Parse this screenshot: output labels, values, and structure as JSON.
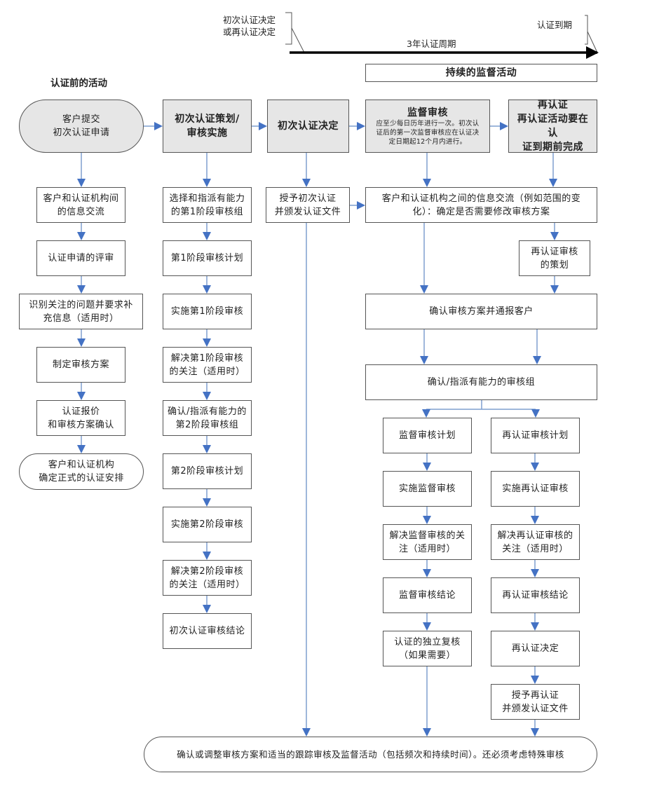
{
  "timeline": {
    "start_label_lines": [
      "初次认证决定",
      "或再认证决定"
    ],
    "end_label": "认证到期",
    "period_label": "3年认证周期",
    "surveillance_bar": "持续的监督活动"
  },
  "colors": {
    "arrow": "#4472c4",
    "connector": "#7f9fcf",
    "box_border": "#555555",
    "shaded_fill": "#e6e6e6"
  },
  "pre_certification": {
    "heading": "认证前的活动",
    "start": [
      "客户提交",
      "初次认证申请"
    ],
    "steps": [
      [
        "客户和认证机构间",
        "的信息交流"
      ],
      [
        "认证申请的评审"
      ],
      [
        "识别关注的问题并要求补",
        "充信息（适用时）"
      ],
      [
        "制定审核方案"
      ],
      [
        "认证报价",
        "和审核方案确认"
      ]
    ],
    "end": [
      "客户和认证机构",
      "确定正式的认证安排"
    ]
  },
  "initial_audit": {
    "header": [
      "初次认证策划/",
      "审核实施"
    ],
    "steps": [
      [
        "选择和指派有能力",
        "的第1阶段审核组"
      ],
      [
        "第1阶段审核计划"
      ],
      [
        "实施第1阶段审核"
      ],
      [
        "解决第1阶段审核",
        "的关注（适用时）"
      ],
      [
        "确认/指派有能力的",
        "第2阶段审核组"
      ],
      [
        "第2阶段审核计划"
      ],
      [
        "实施第2阶段审核"
      ],
      [
        "解决第2阶段审核",
        "的关注（适用时）"
      ],
      [
        "初次认证审核结论"
      ]
    ]
  },
  "initial_decision": {
    "header": "初次认证决定",
    "step": [
      "授予初次认证",
      "并颁发认证文件"
    ]
  },
  "surveillance": {
    "header": "监督审核",
    "note_lines": [
      "应至少每日历年进行一次。初次认",
      "证后的第一次监督审核应在认证决",
      "定日期起12个月内进行。"
    ],
    "steps": [
      [
        "监督审核计划"
      ],
      [
        "实施监督审核"
      ],
      [
        "解决监督审核的关",
        "注（适用时）"
      ],
      [
        "监督审核结论"
      ],
      [
        "认证的独立复核",
        "（如果需要）"
      ]
    ]
  },
  "recertification": {
    "header_lines": [
      "再认证",
      "再认证活动要在认",
      "证到期前完成"
    ],
    "planning": [
      "再认证审核",
      "的策划"
    ],
    "steps": [
      [
        "再认证审核计划"
      ],
      [
        "实施再认证审核"
      ],
      [
        "解决再认证审核的",
        "关注（适用时）"
      ],
      [
        "再认证审核结论"
      ],
      [
        "再认证决定"
      ],
      [
        "授予再认证",
        "并颁发认证文件"
      ]
    ]
  },
  "shared": {
    "info_exchange": [
      "客户和认证机构之间的信息交流（例如范围的变",
      "化）：确定是否需要修改审核方案"
    ],
    "confirm_program": "确认审核方案并通报客户",
    "confirm_team": "确认/指派有能力的审核组",
    "final": "确认或调整审核方案和适当的跟踪审核及监督活动（包括频次和持续时间）。还必须考虑特殊审核"
  }
}
